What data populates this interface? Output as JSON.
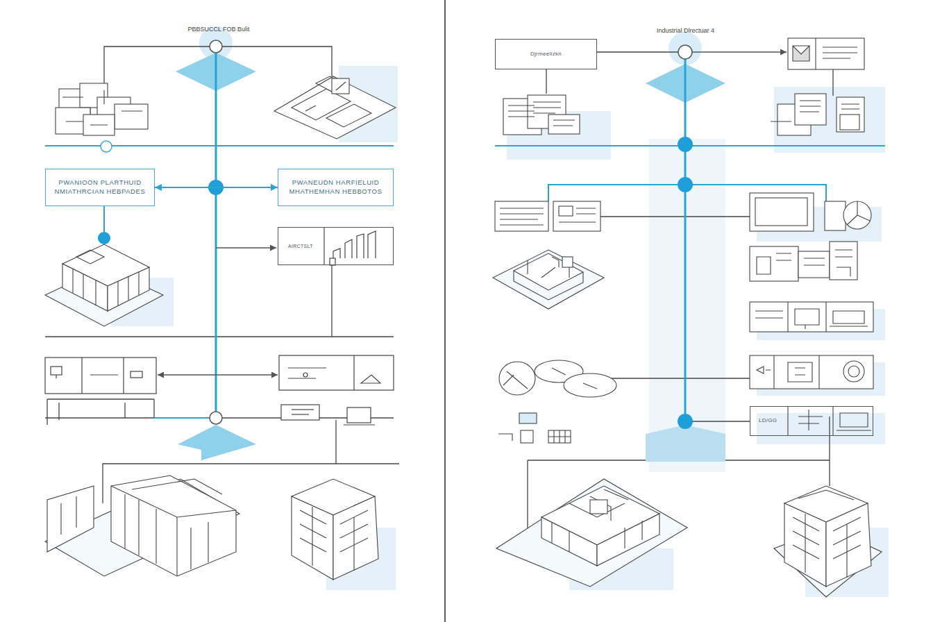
{
  "diagram": {
    "nodes": [
      {
        "text": [
          "PWANIOON PLARTHUID NMIATHRCIAN HEBPADES"
        ]
      },
      {
        "text": [
          "PWANEUDN HARFIELUID MHATHEMHAN HEBBOTOS"
        ]
      },
      {
        "text": [
          "AIRCTSLT"
        ]
      },
      {
        "text": [
          "Djrmeelizkn"
        ]
      },
      {
        "text": [
          "LD/GG"
        ]
      }
    ],
    "edges": [
      {
        "from": 0,
        "to": 1,
        "arrow": "both"
      }
    ],
    "labels": [
      "PBBSUCCL FOB Bulit",
      "Industrial Dlrectuar 4"
    ]
  }
}
